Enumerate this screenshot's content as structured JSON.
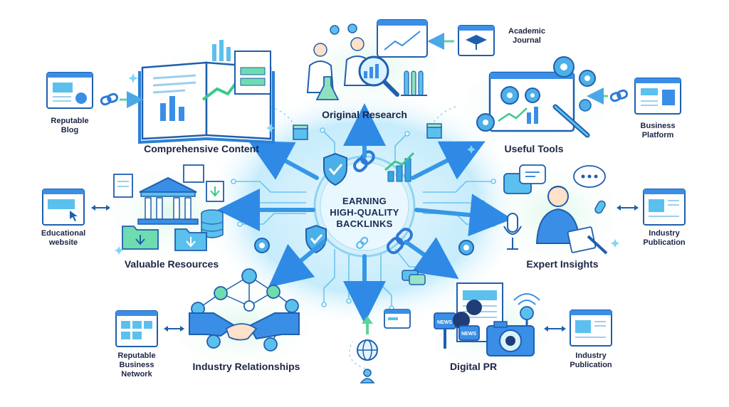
{
  "center": {
    "title_line1": "EARNING",
    "title_line2": "HIGH-QUALITY",
    "title_line3": "BACKLINKS"
  },
  "categories": {
    "original_research": "Original Research",
    "comprehensive_content": "Comprehensive Content",
    "useful_tools": "Useful Tools",
    "valuable_resources": "Valuable Resources",
    "expert_insights": "Expert Insights",
    "industry_relationships": "Industry Relationships",
    "digital_pr": "Digital PR"
  },
  "sources": {
    "academic_journal": [
      "Academic",
      "Journal"
    ],
    "reputable_blog": [
      "Reputable",
      "Blog"
    ],
    "business_platform": [
      "Business",
      "Platform"
    ],
    "educational_website": [
      "Educational",
      "website"
    ],
    "industry_publication_right": [
      "Industry",
      "Publication"
    ],
    "reputable_business_network": [
      "Reputable",
      "Business",
      "Network"
    ],
    "industry_publication_bottom": [
      "Industry",
      "Publication"
    ]
  },
  "icon_labels": {
    "news1": "NEWS",
    "news2": "NEWS"
  },
  "colors": {
    "primary_blue": "#2f7be0",
    "light_blue": "#bfe3f7",
    "cyan": "#3fc1e6",
    "green_accent": "#7fe0b0",
    "dark_navy": "#1c2545"
  }
}
